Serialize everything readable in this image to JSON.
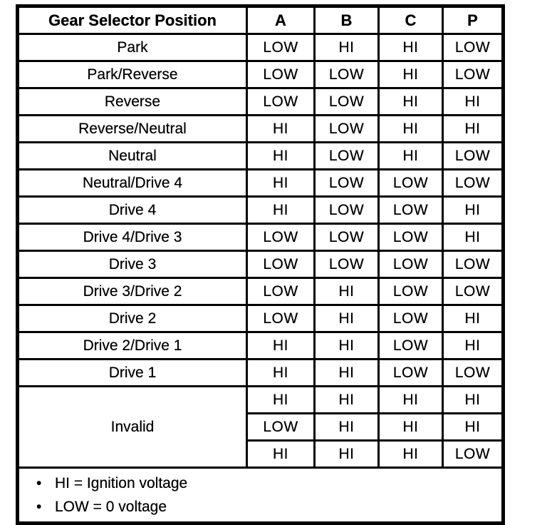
{
  "table": {
    "header": {
      "position_label": "Gear Selector Position",
      "columns": [
        "A",
        "B",
        "C",
        "P"
      ]
    },
    "rows": [
      {
        "label": "Park",
        "values": [
          "LOW",
          "HI",
          "HI",
          "LOW"
        ]
      },
      {
        "label": "Park/Reverse",
        "values": [
          "LOW",
          "LOW",
          "HI",
          "LOW"
        ]
      },
      {
        "label": "Reverse",
        "values": [
          "LOW",
          "LOW",
          "HI",
          "HI"
        ]
      },
      {
        "label": "Reverse/Neutral",
        "values": [
          "HI",
          "LOW",
          "HI",
          "HI"
        ]
      },
      {
        "label": "Neutral",
        "values": [
          "HI",
          "LOW",
          "HI",
          "LOW"
        ]
      },
      {
        "label": "Neutral/Drive 4",
        "values": [
          "HI",
          "LOW",
          "LOW",
          "LOW"
        ]
      },
      {
        "label": "Drive 4",
        "values": [
          "HI",
          "LOW",
          "LOW",
          "HI"
        ]
      },
      {
        "label": "Drive 4/Drive 3",
        "values": [
          "LOW",
          "LOW",
          "LOW",
          "HI"
        ]
      },
      {
        "label": "Drive 3",
        "values": [
          "LOW",
          "LOW",
          "LOW",
          "LOW"
        ]
      },
      {
        "label": "Drive 3/Drive 2",
        "values": [
          "LOW",
          "HI",
          "LOW",
          "LOW"
        ]
      },
      {
        "label": "Drive 2",
        "values": [
          "LOW",
          "HI",
          "LOW",
          "HI"
        ]
      },
      {
        "label": "Drive 2/Drive 1",
        "values": [
          "HI",
          "HI",
          "LOW",
          "HI"
        ]
      },
      {
        "label": "Drive 1",
        "values": [
          "HI",
          "HI",
          "LOW",
          "LOW"
        ]
      }
    ],
    "invalid": {
      "label": "Invalid",
      "value_rows": [
        [
          "HI",
          "HI",
          "HI",
          "HI"
        ],
        [
          "LOW",
          "HI",
          "HI",
          "HI"
        ],
        [
          "HI",
          "HI",
          "HI",
          "LOW"
        ]
      ]
    }
  },
  "notes": {
    "bullet_glyph": "•",
    "items": [
      "HI = Ignition voltage",
      "LOW = 0 voltage"
    ]
  },
  "colors": {
    "border": "#000000",
    "background": "#ffffff",
    "text": "#000000"
  }
}
